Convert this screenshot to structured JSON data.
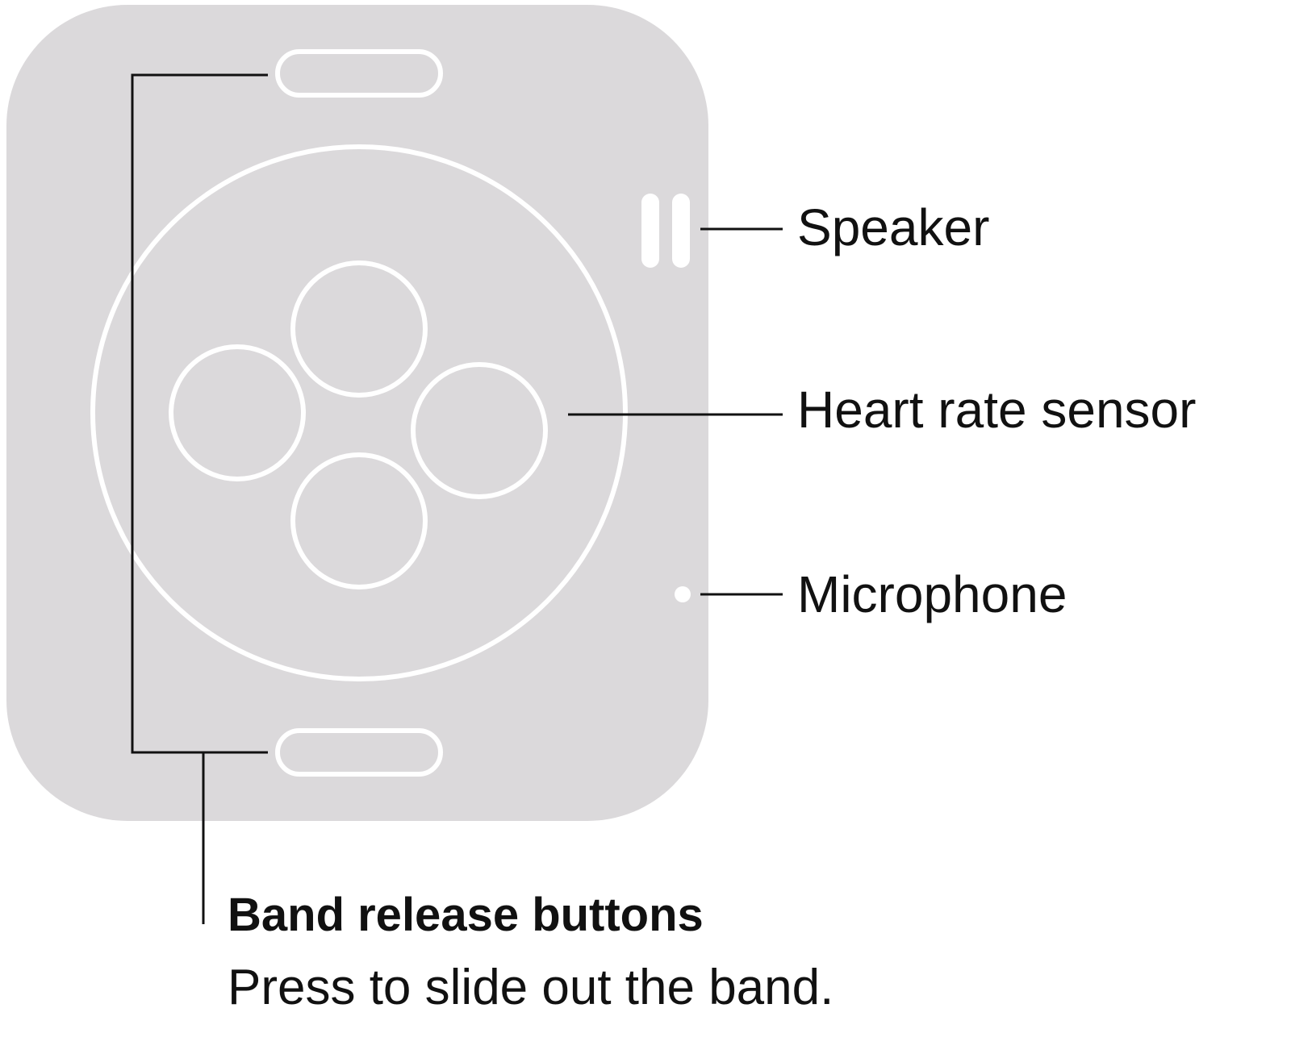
{
  "colors": {
    "case_fill": "#dbd9db",
    "detail_stroke": "#ffffff",
    "leader_line": "#111111",
    "text": "#111111"
  },
  "callouts": {
    "speaker": "Speaker",
    "heart_rate_sensor": "Heart rate sensor",
    "microphone": "Microphone",
    "band_release_title": "Band release buttons",
    "band_release_desc": "Press to slide out the band."
  }
}
